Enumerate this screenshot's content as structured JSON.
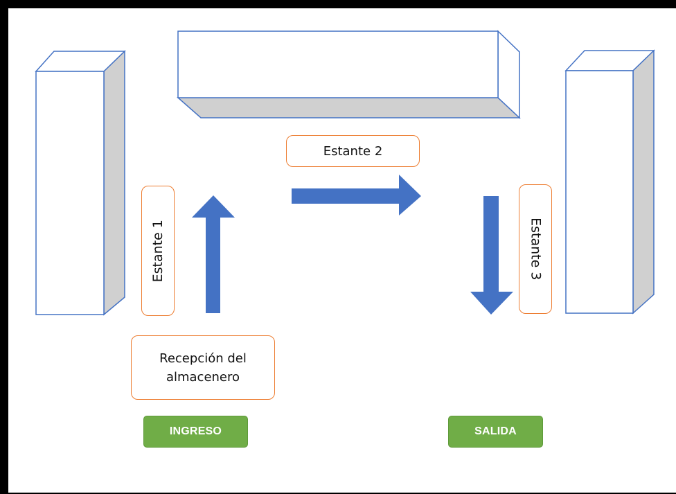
{
  "shelf_labels": {
    "estante_1": "Estante 1",
    "estante_2": "Estante 2",
    "estante_3": "Estante 3"
  },
  "reception_label": "Recepción del almacenero",
  "entry_button": "INGRESO",
  "exit_button": "SALIDA",
  "colors": {
    "shelf_outline": "#4472C4",
    "shelf_shadow": "#D0D0D0",
    "arrow": "#4472C4",
    "label_border": "#ED7D31",
    "button": "#70AD47"
  }
}
